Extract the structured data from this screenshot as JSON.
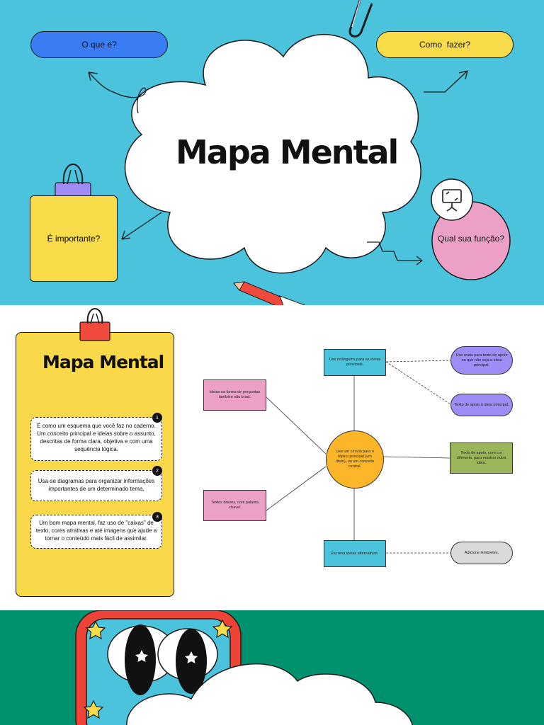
{
  "slide1": {
    "title": "Mapa Mental",
    "nodes": {
      "o_que_e": "O que é?",
      "como_fazer": "Como  fazer?",
      "importante": "É importante?",
      "funcao": "Qual sua função?"
    },
    "colors": {
      "background": "#4cc3dc",
      "blue_pill": "#3a7cf4",
      "yellow": "#f9dc4a",
      "pink": "#eda0c6",
      "violet": "#9f8cf7"
    },
    "icons": [
      "paperclip-icon",
      "binder-clip-icon",
      "presentation-icon",
      "pencil-icon"
    ]
  },
  "slide2": {
    "card_title": "Mapa Mental",
    "points": [
      {
        "number": "1",
        "text": "É como um esquema que você faz no caderno. Um conceito principal e ideias sobre o assunto, descritas de forma clara, objetiva e com uma sequência lógica."
      },
      {
        "number": "2",
        "text": "Usa-se diagramas para organizar informações importantes de um determinado tema."
      },
      {
        "number": "3",
        "text": "Um bom mapa mental, faz uso de \"caixas\" de texto, cores atrativas e até imagens que ajude a tornar o conteúdo mais fácil de assimilar."
      }
    ],
    "map": {
      "center": "Use um círculo para o tópico principal (um título), ou um conceito central.",
      "top_rect": "Use retângulos para as ideias principais.",
      "bottom_rect": "Escreva ideias alternativas.",
      "left_top": "Ideias na forma de perguntas também são boas.",
      "left_bottom": "Textos breves, com palavra chave!",
      "oval_1": "Use ovais para texto de apoio ou que não seja a ideia principal.",
      "oval_2": "Texto de apoio à ideia principal.",
      "green_box": "Texto de apoio, com cor diferente, para mostrar outra ideia.",
      "grey_oval": "Adicione lembretes."
    },
    "colors": {
      "card": "#f9d84a",
      "cyan": "#4cc3dc",
      "pink": "#eda0c6",
      "violet": "#9f8cf7",
      "orange": "#fdb52a",
      "green": "#9bb55b",
      "grey": "#d9d9d9"
    }
  },
  "slide3": {
    "colors": {
      "background": "#00916e",
      "frame": "#ee4438",
      "screen": "#4cc3dc",
      "star": "#f9dc4a"
    },
    "icons": [
      "star-icon",
      "eye-icon"
    ]
  }
}
